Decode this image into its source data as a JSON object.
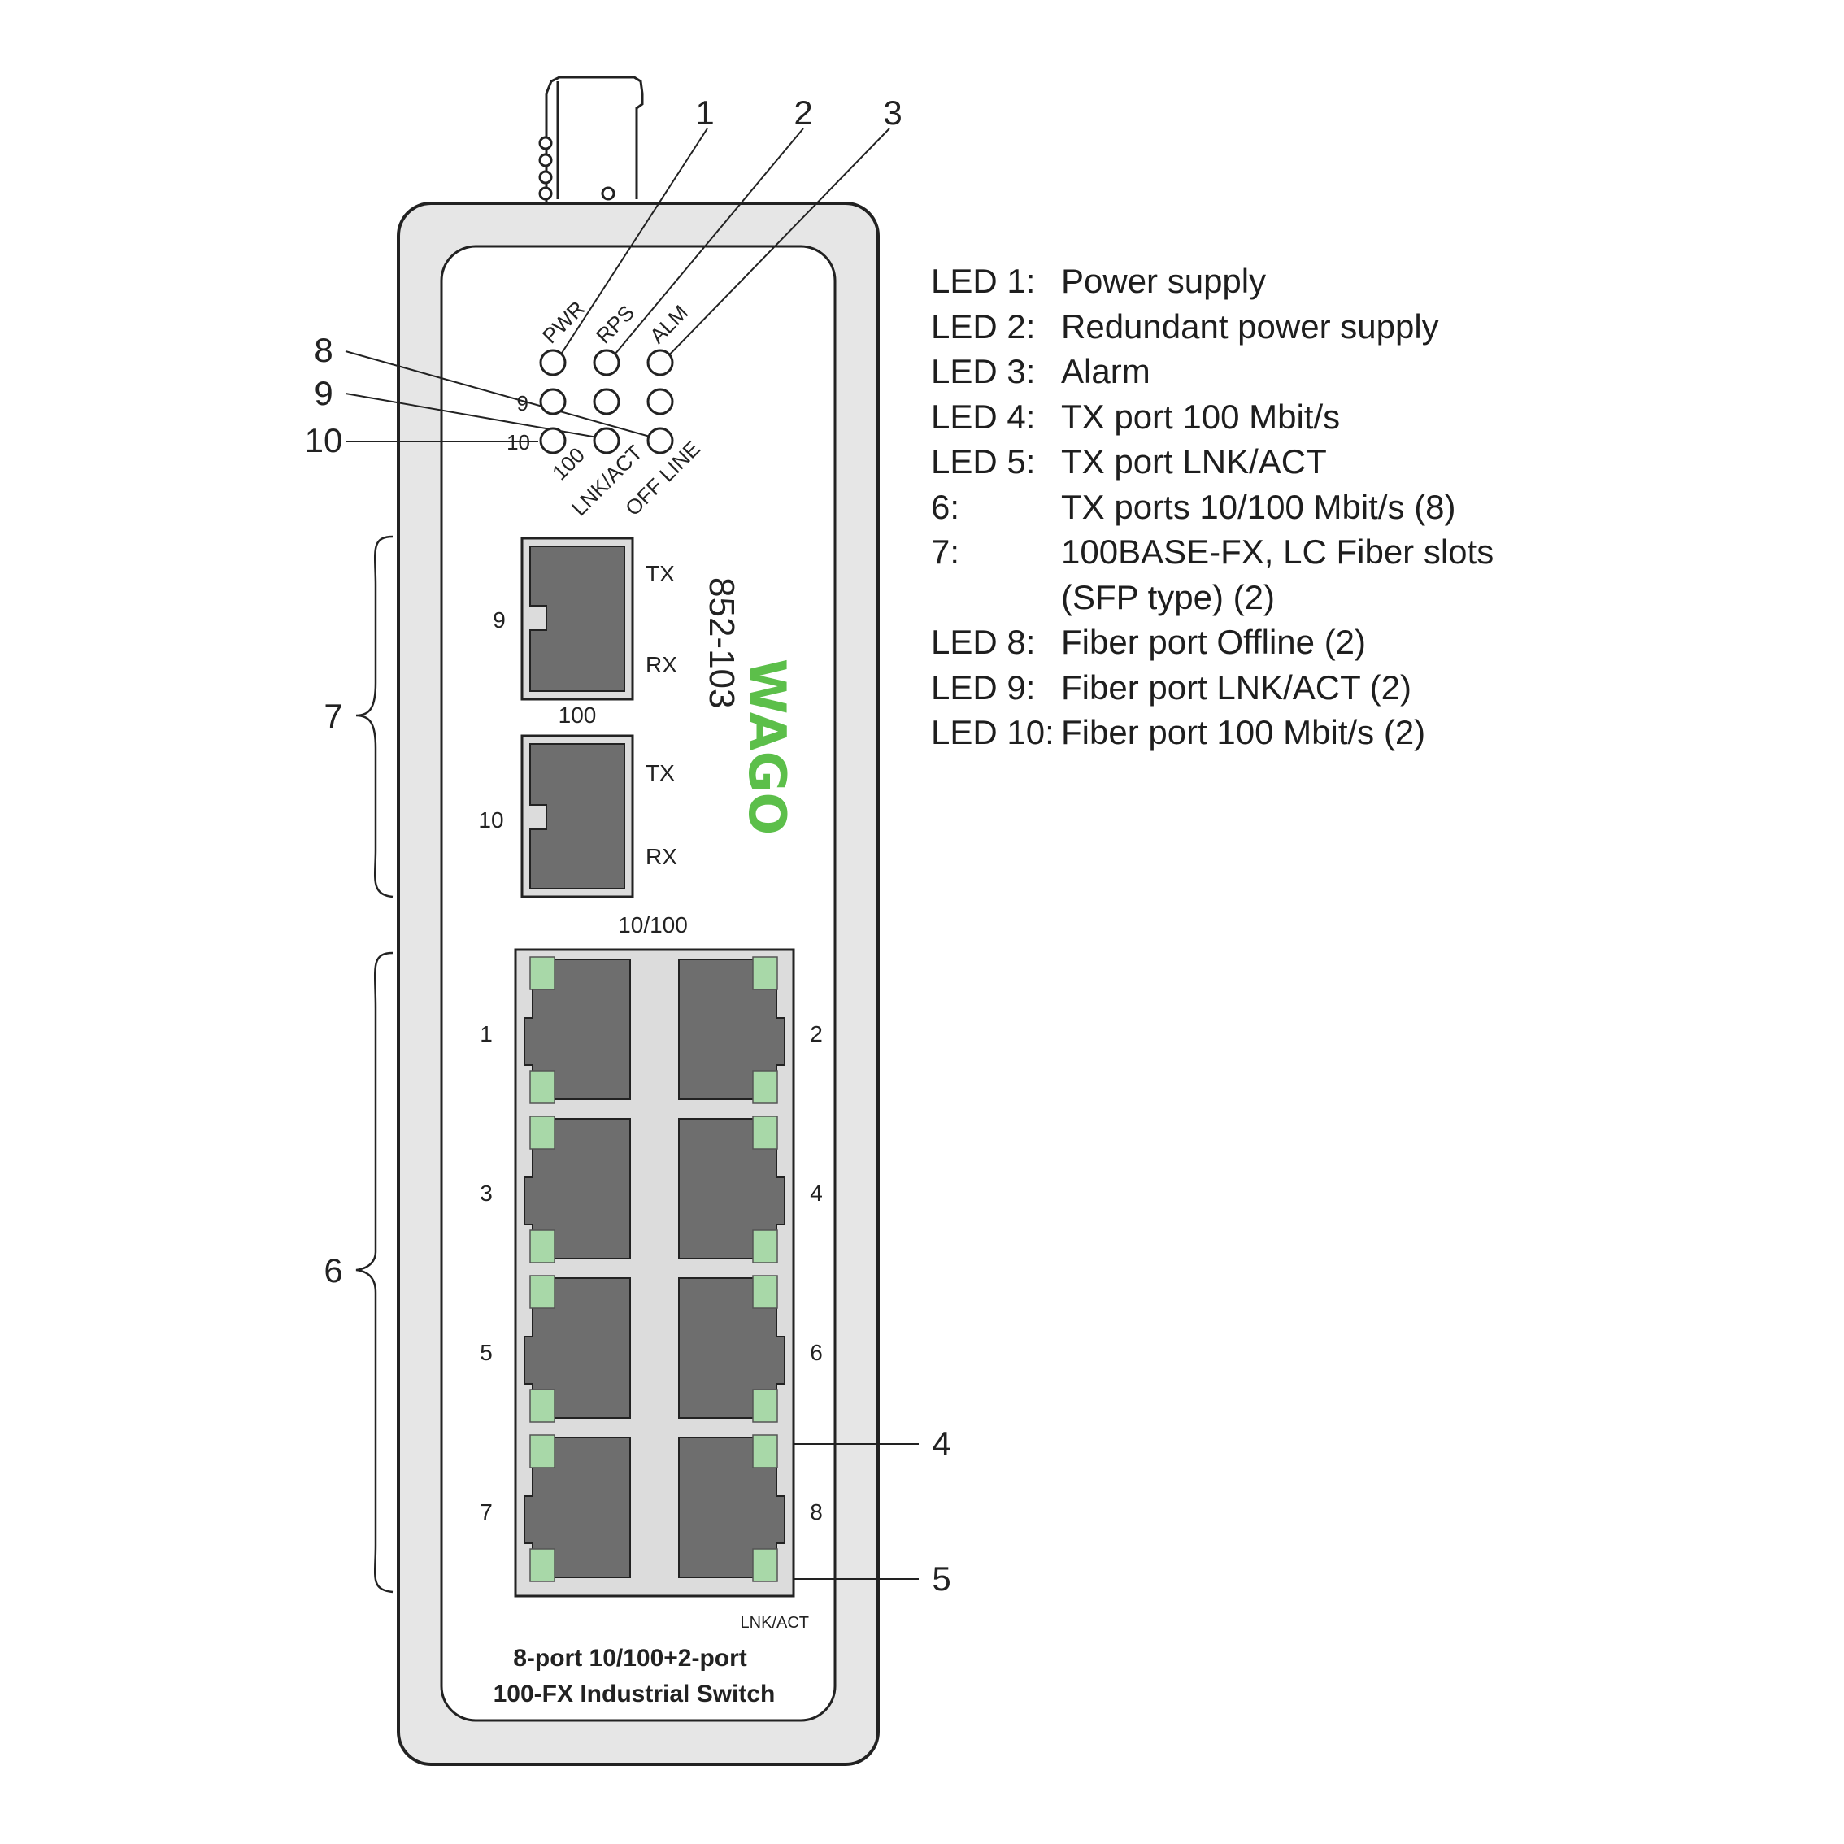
{
  "colors": {
    "outline": "#222222",
    "housing": "#e6e6e6",
    "panel": "#ffffff",
    "port": "#6e6e6e",
    "port_frame": "#dcdcdc",
    "led_green": "#a8d8a8",
    "brand_green": "#5cbf4a"
  },
  "callouts": {
    "c1": "1",
    "c2": "2",
    "c3": "3",
    "c4": "4",
    "c5": "5",
    "c6": "6",
    "c7": "7",
    "c8": "8",
    "c9": "9",
    "c10": "10"
  },
  "led_labels": {
    "pwr": "PWR",
    "rps": "RPS",
    "alm": "ALM",
    "row9": "9",
    "row10": "10",
    "s100": "100",
    "lnk_act": "LNK/ACT",
    "off_line": "OFF LINE"
  },
  "fiber": {
    "port9": "9",
    "port10": "10",
    "tx": "TX",
    "rx": "RX",
    "speed_label": "100",
    "copper_speed_label": "10/100"
  },
  "model_number": "852-103",
  "brand": "WAGO",
  "rj45_ports": [
    "1",
    "2",
    "3",
    "4",
    "5",
    "6",
    "7",
    "8"
  ],
  "lnk_act_label": "LNK/ACT",
  "device_title": {
    "line1": "8-port 10/100+2-port",
    "line2": "100-FX Industrial Switch"
  },
  "legend": [
    {
      "key": "LED 1:",
      "value": "Power supply"
    },
    {
      "key": "LED 2:",
      "value": "Redundant power supply"
    },
    {
      "key": "LED 3:",
      "value": "Alarm"
    },
    {
      "key": "LED 4:",
      "value": "TX port 100 Mbit/s"
    },
    {
      "key": "LED 5:",
      "value": "TX port LNK/ACT"
    },
    {
      "key": "6:",
      "value": "TX ports 10/100 Mbit/s (8)"
    },
    {
      "key": "7:",
      "value": "100BASE-FX, LC Fiber slots"
    },
    {
      "key": "",
      "value": "(SFP type) (2)"
    },
    {
      "key": "LED 8:",
      "value": "Fiber port Offline (2)"
    },
    {
      "key": "LED 9:",
      "value": "Fiber port LNK/ACT (2)"
    },
    {
      "key": "LED 10:",
      "value": "Fiber port 100 Mbit/s (2)"
    }
  ]
}
